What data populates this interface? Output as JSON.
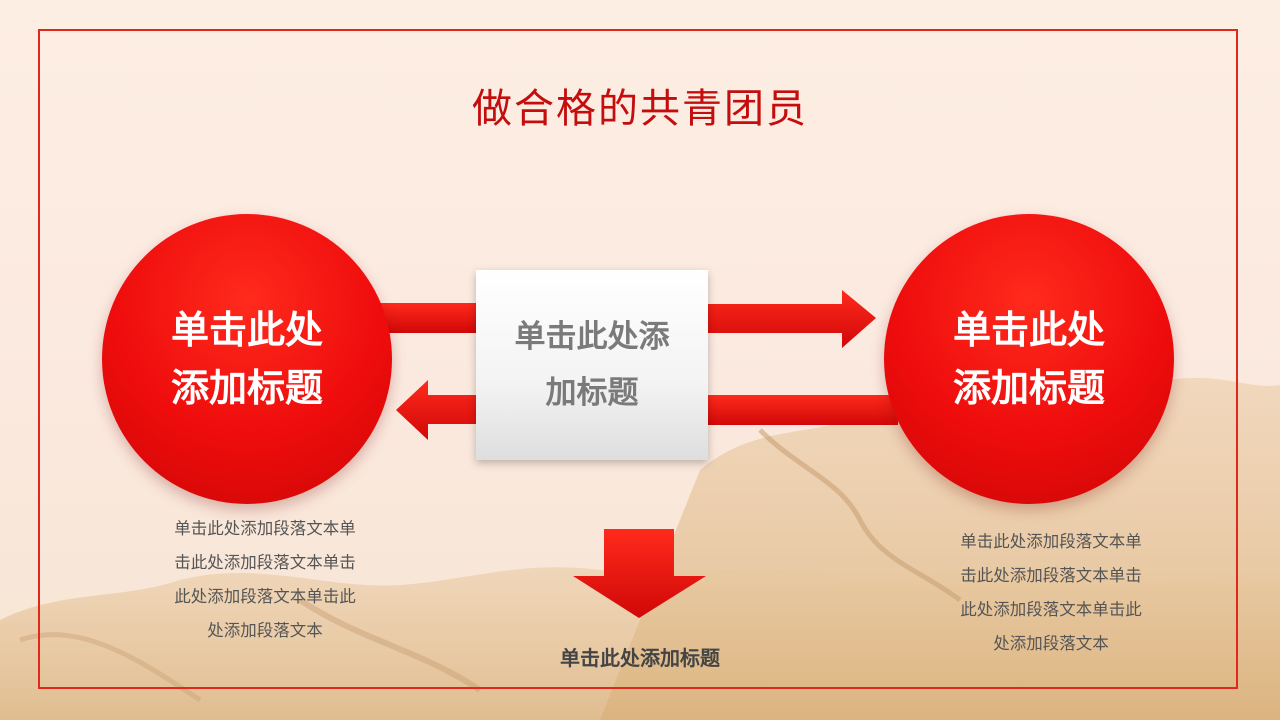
{
  "slide": {
    "title": "做合格的共青团员",
    "left_circle": {
      "line1": "单击此处",
      "line2": "添加标题"
    },
    "right_circle": {
      "line1": "单击此处",
      "line2": "添加标题"
    },
    "center_box": {
      "line1": "单击此处添",
      "line2": "加标题"
    },
    "left_paragraph": [
      "单击此处添加段落文本单",
      "击此处添加段落文本单击",
      "此处添加段落文本单击此",
      "处添加段落文本"
    ],
    "right_paragraph": [
      "单击此处添加段落文本单",
      "击此处添加段落文本单击",
      "此处添加段落文本单击此",
      "处添加段落文本"
    ],
    "bottom_label": "单击此处添加标题"
  },
  "colors": {
    "accent_red": "#ee0c0c",
    "frame_red": "#e0281c",
    "title_red": "#c40d0d",
    "background": "#fdeee4"
  }
}
